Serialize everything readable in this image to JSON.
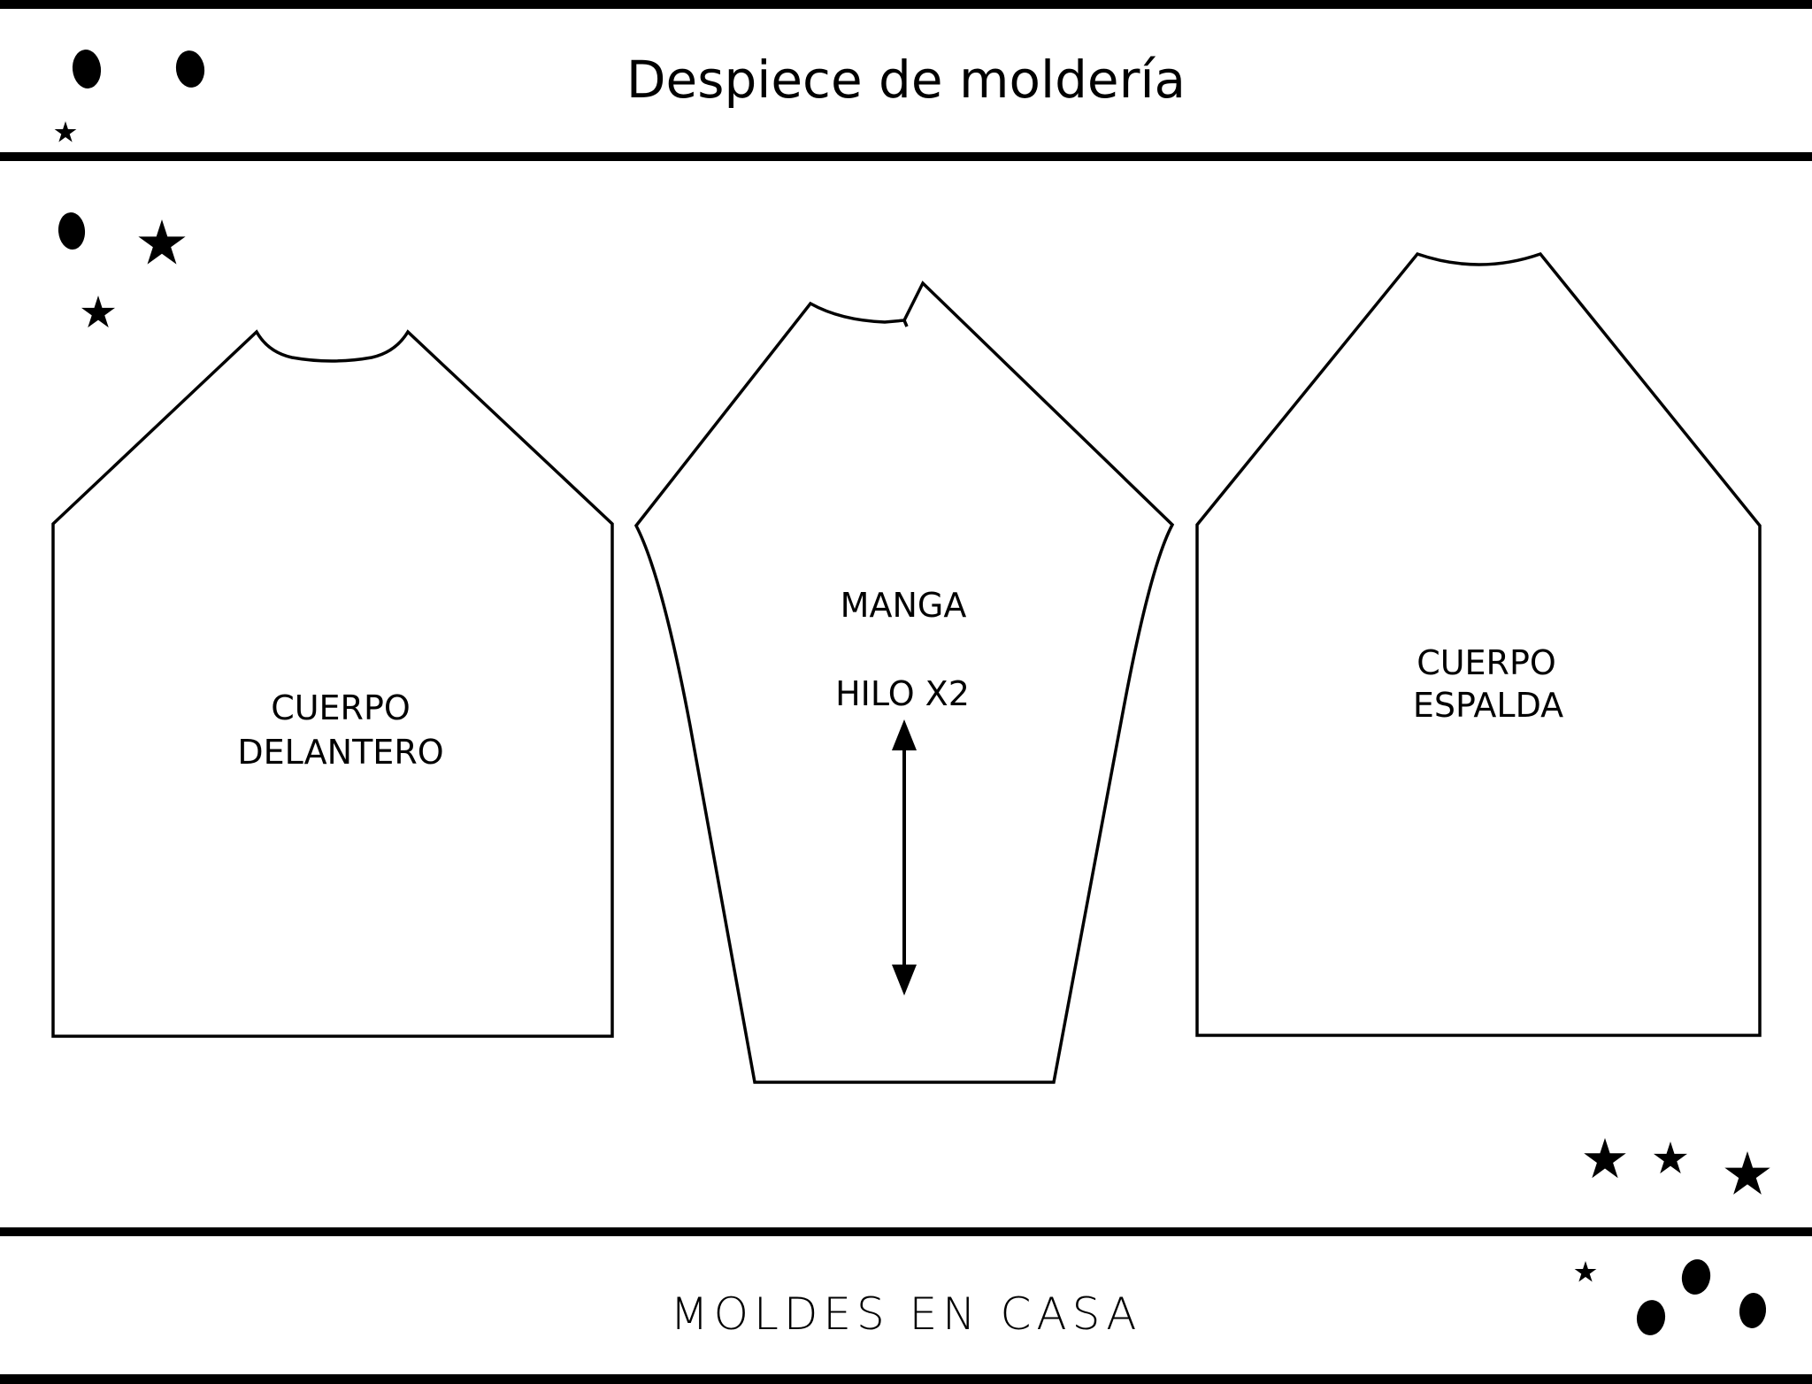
{
  "header": {
    "title": "Despiece de moldería"
  },
  "footer": {
    "brand": "MOLDES EN CASA"
  },
  "pieces": [
    {
      "id": "front-body",
      "label_lines": [
        "CUERPO",
        "DELANTERO"
      ]
    },
    {
      "id": "sleeve",
      "label_lines": [
        "MANGA"
      ],
      "grain_label": "HILO X2",
      "grainline": "double-arrow"
    },
    {
      "id": "back-body",
      "label_lines": [
        "CUERPO",
        "ESPALDA"
      ]
    }
  ],
  "decorations": {
    "icons": [
      "blob-icon",
      "star-icon"
    ],
    "color": "#000000"
  },
  "colors": {
    "background": "#ffffff",
    "ink": "#000000"
  }
}
